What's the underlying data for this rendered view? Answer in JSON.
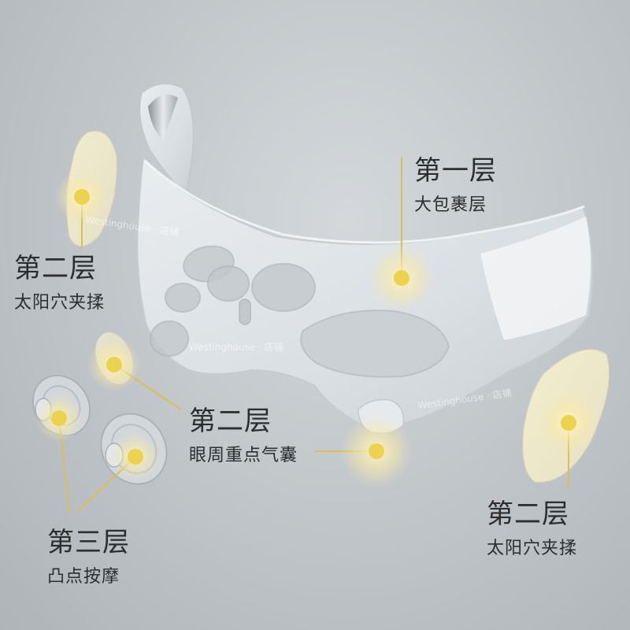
{
  "colors": {
    "accent": "#e6c84a",
    "leader": "#d9bf55",
    "text": "#2b2d2f"
  },
  "watermark": {
    "brand": "Westinghouse",
    "suffix": "店铺"
  },
  "callouts": [
    {
      "id": "layer1",
      "title": "第一层",
      "subtitle": "大包裹层"
    },
    {
      "id": "layer2-temple-left",
      "title": "第二层",
      "subtitle": "太阳穴夹揉"
    },
    {
      "id": "layer2-eye",
      "title": "第二层",
      "subtitle": "眼周重点气囊"
    },
    {
      "id": "layer2-temple-right",
      "title": "第二层",
      "subtitle": "太阳穴夹揉"
    },
    {
      "id": "layer3",
      "title": "第三层",
      "subtitle": "凸点按摩"
    }
  ]
}
